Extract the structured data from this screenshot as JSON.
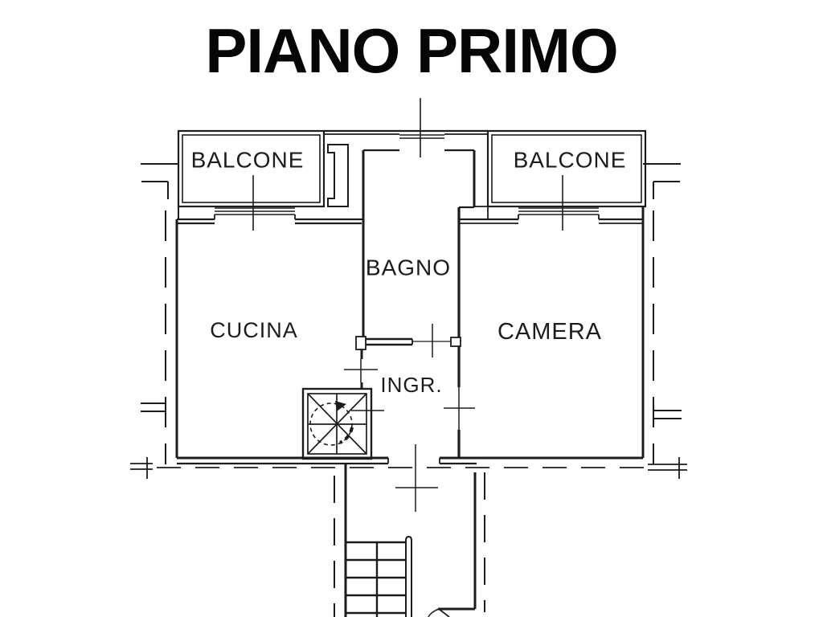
{
  "title": "PIANO PRIMO",
  "plan": {
    "labels": {
      "balcone_left": "BALCONE",
      "balcone_right": "BALCONE",
      "bagno": "BAGNO",
      "cucina": "CUCINA",
      "camera": "CAMERA",
      "ingresso": "INGR."
    },
    "colors": {
      "line": "#1c1c1c",
      "text": "#1c1c1c",
      "background": "#ffffff"
    }
  }
}
